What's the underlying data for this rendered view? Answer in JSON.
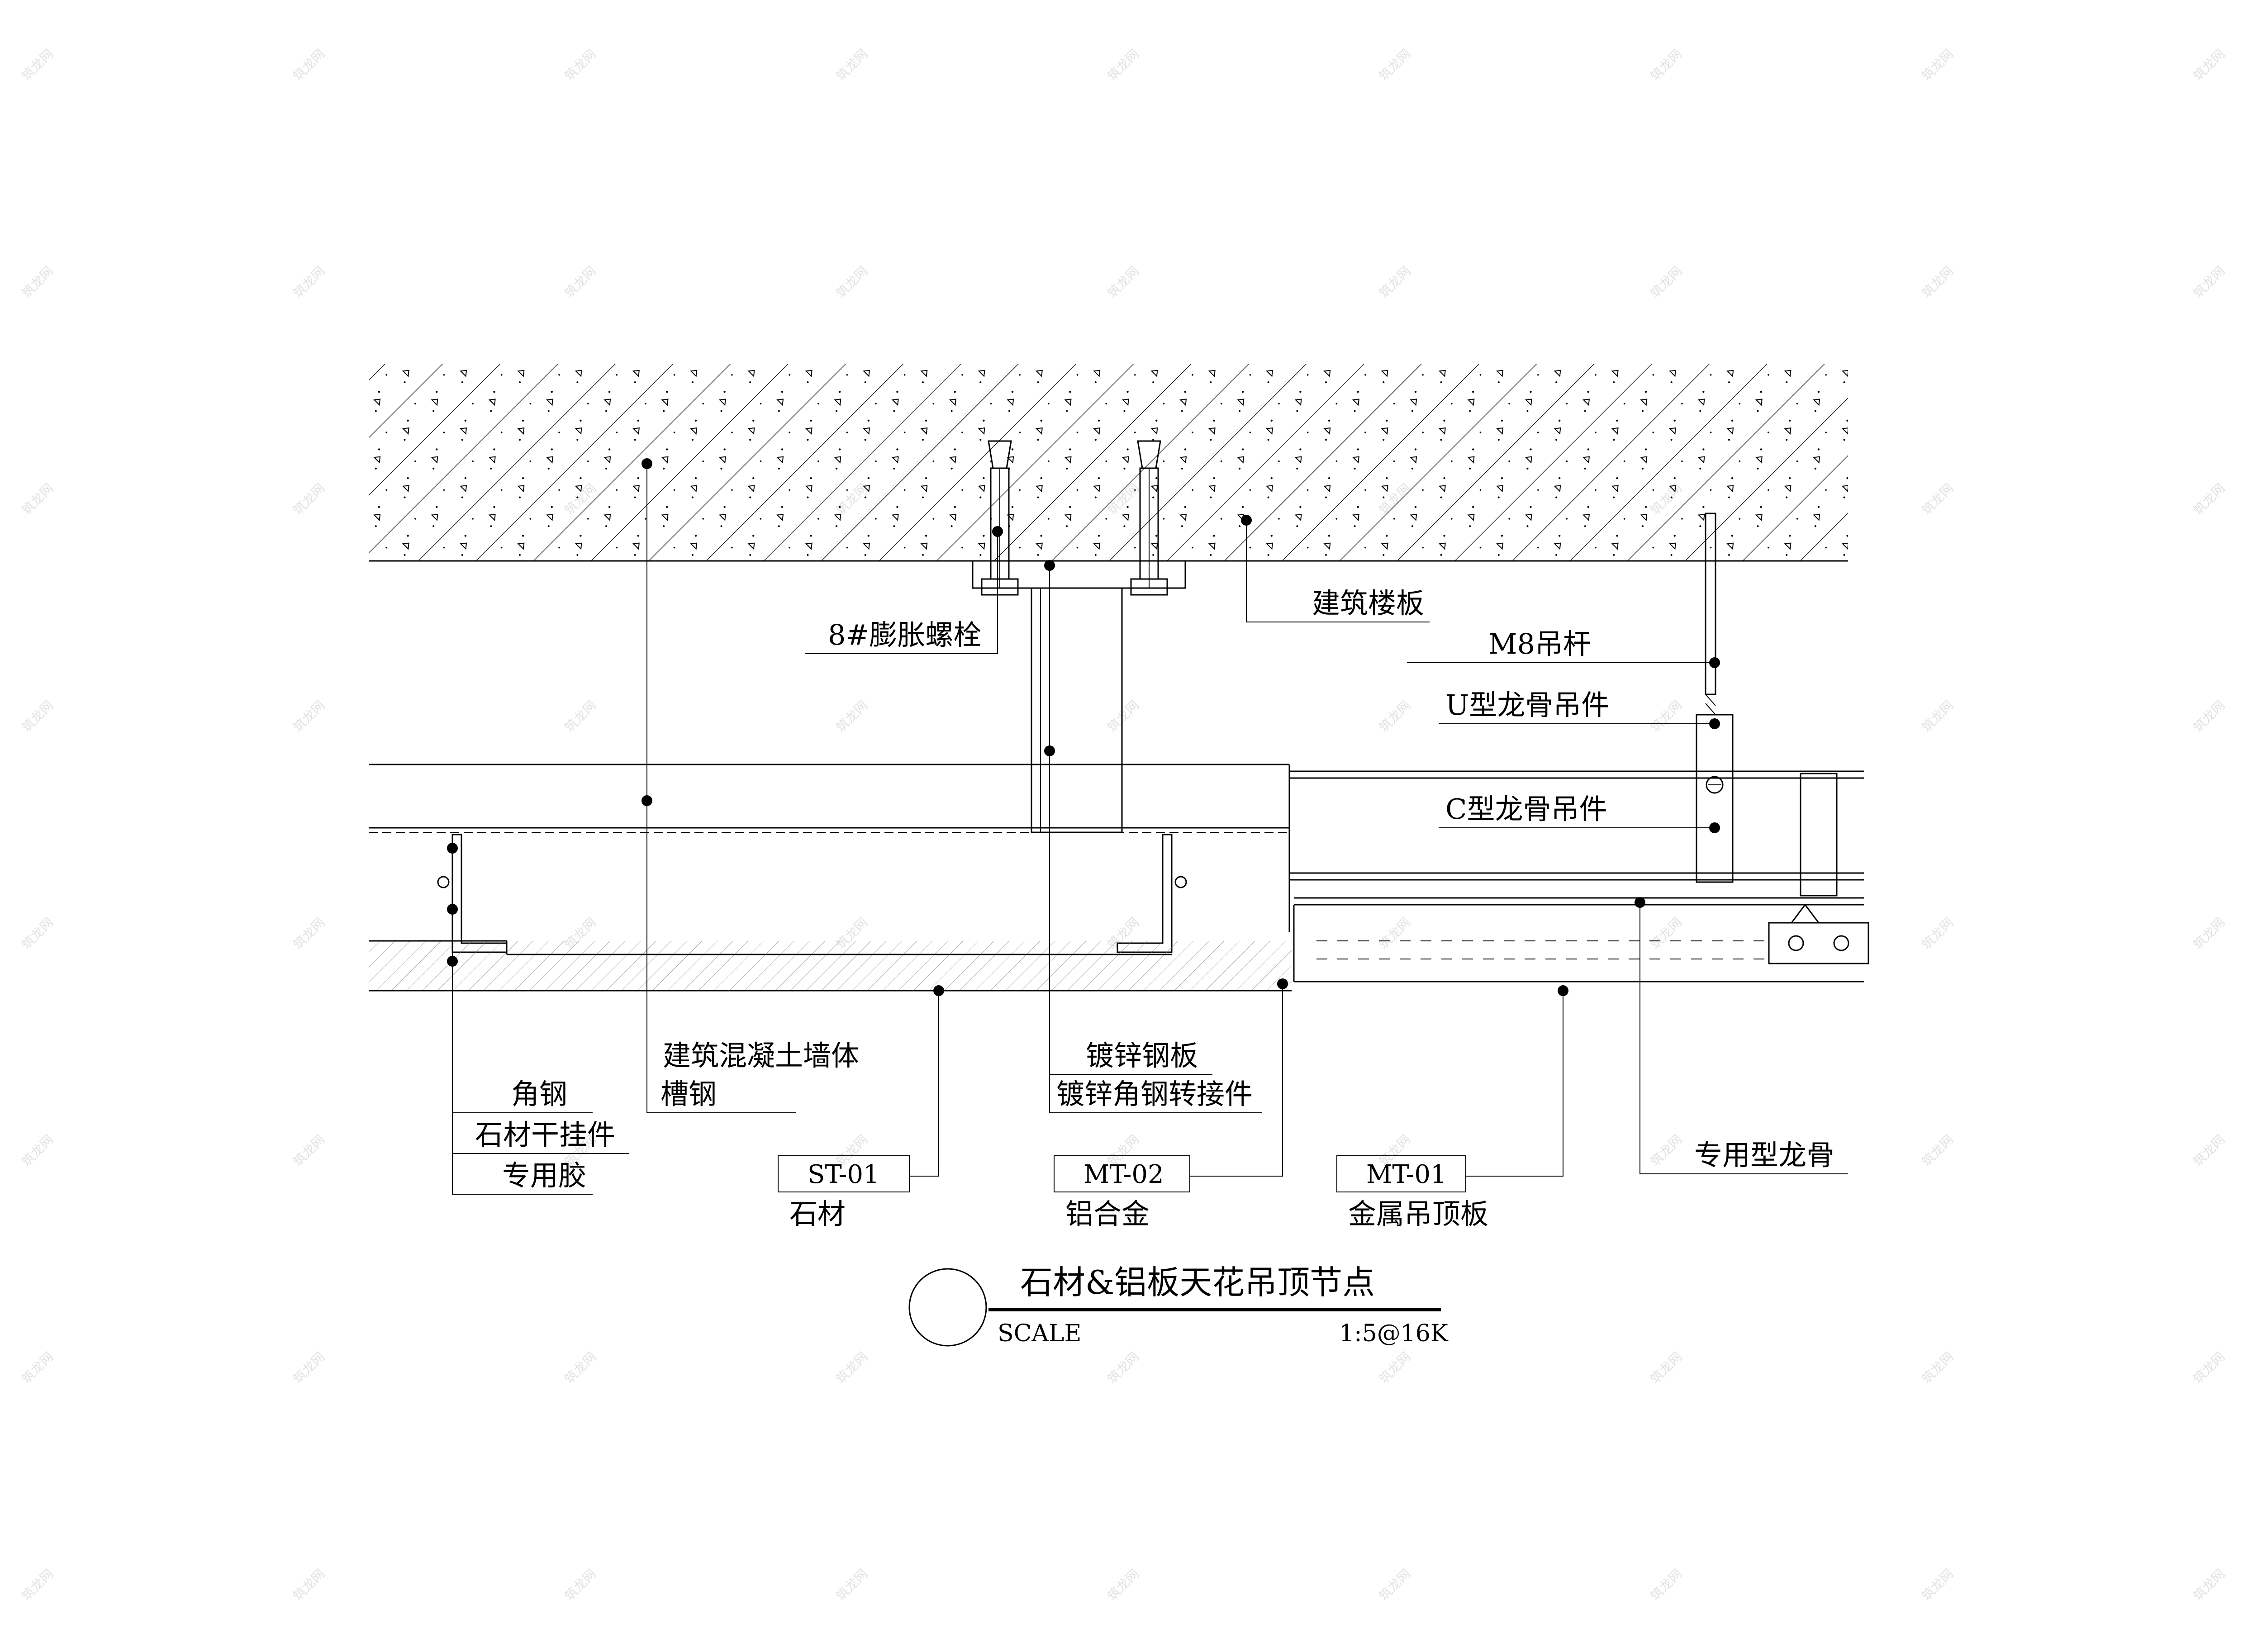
{
  "labels": {
    "floor_slab": "建筑楼板",
    "m8_rod": "M8吊杆",
    "u_hanger": "U型龙骨吊件",
    "c_hanger": "C型龙骨吊件",
    "expansion_bolt": "8#膨胀螺栓",
    "concrete_wall": "建筑混凝土墙体",
    "channel_steel": "槽钢",
    "angle_steel": "角钢",
    "stone_hanger": "石材干挂件",
    "special_glue": "专用胶",
    "galv_plate": "镀锌钢板",
    "galv_angle_adapter": "镀锌角钢转接件",
    "special_keel": "专用型龙骨"
  },
  "materials": [
    {
      "code": "ST-01",
      "name": "石材"
    },
    {
      "code": "MT-02",
      "name": "铝合金"
    },
    {
      "code": "MT-01",
      "name": "金属吊顶板"
    }
  ],
  "title_block": {
    "title": "石材&铝板天花吊顶节点",
    "scale_label": "SCALE",
    "scale_value": "1:5@16K"
  },
  "watermark": "筑龙网"
}
